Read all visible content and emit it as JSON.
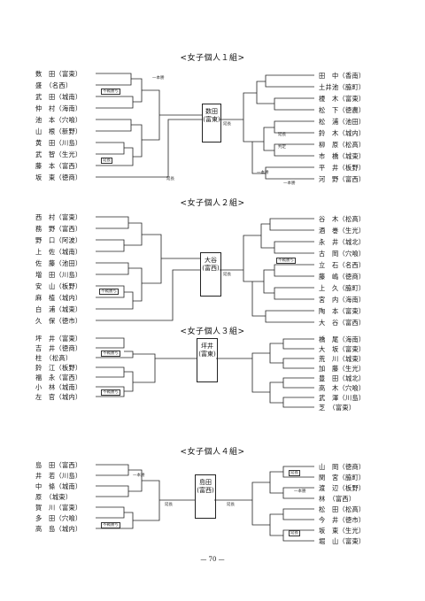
{
  "page_number": "— 70 —",
  "groups": [
    {
      "title": "<女子個人１組>",
      "winner": "数田 (富東)",
      "left": [
        "数　田（富東）",
        "盛　（名西）",
        "武　田（城南）",
        "仲　村（海南）",
        "池　本（穴喰）",
        "山　根（新野）",
        "黄　田（川島）",
        "武　智（生光）",
        "藤　本（富西）",
        "坂　東（徳商）"
      ],
      "right": [
        "田　中（香南）",
        "土井池（脇町）",
        "榎　木（富東）",
        "松　下（徳農）",
        "松　浦（池田）",
        "鈴　木（城内）",
        "柳　原（松高）",
        "市　橋（城東）",
        "平　井（板野）",
        "河　野（富西）"
      ]
    },
    {
      "title": "<女子個人２組>",
      "winner": "大谷 (富西)",
      "left": [
        "西　村（富東）",
        "務　野（富西）",
        "野　口（阿波）",
        "上　佐（城南）",
        "佐　藤（池田）",
        "増　田（川島）",
        "安　山（板野）",
        "麻　植（城内）",
        "白　浦（城東）",
        "久　保（徳市）"
      ],
      "right": [
        "谷　木（松高）",
        "酒　巻（生光）",
        "永　井（城北）",
        "古　岡（穴喰）",
        "立　石（名西）",
        "藤　嶋（徳商）",
        "上　久（脇町）",
        "宮　内（海南）",
        "陶　本（富東）",
        "大　谷（富西）"
      ]
    },
    {
      "title": "<女子個人３組>",
      "winner": "坪井 (富東)",
      "left": [
        "坪　井（富東）",
        "吉　井（徳商）",
        "柱　（松高）",
        "鈴　江（板野）",
        "福　永（富西）",
        "小　林（城南）",
        "左　官（城内）"
      ],
      "right": [
        "橋　尾（海南）",
        "大　坂（富東）",
        "荒　川（城東）",
        "加　藤（生光）",
        "豊　田（城北）",
        "高　木（穴喰）",
        "武　澤（川島）",
        "芝　（富東）"
      ]
    },
    {
      "title": "<女子個人４組>",
      "winner": "島田 (富西)",
      "left": [
        "島　田（富西）",
        "井　若（川島）",
        "中　條（城南）",
        "原　（城東）",
        "賀　川（富東）",
        "多　田（穴喰）",
        "高　島（城内）"
      ],
      "right": [
        "山　岡（徳商）",
        "関　宮（脇町）",
        "渡　辺（板野）",
        "林　（富西）",
        "松　田（松高）",
        "今　井（徳市）",
        "坂　東（生光）",
        "堀　山（富東）"
      ]
    }
  ],
  "notes": {
    "ippon": "一本勝",
    "enchou": "延長",
    "fusen": "不戦勝ち",
    "hantei": "判定"
  }
}
